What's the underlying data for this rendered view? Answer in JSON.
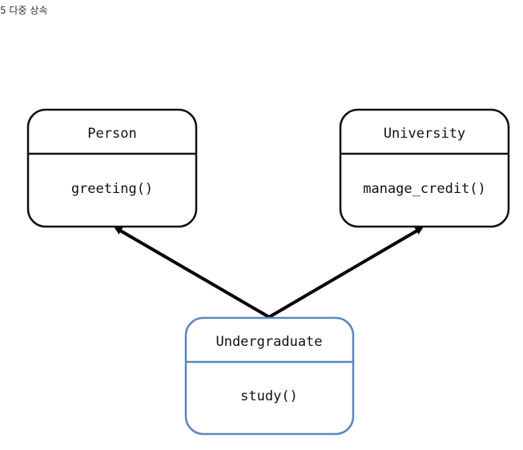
{
  "caption": "5 다중 상속",
  "classes": {
    "person": {
      "name": "Person",
      "method": "greeting()"
    },
    "university": {
      "name": "University",
      "method": "manage_credit()"
    },
    "undergraduate": {
      "name": "Undergraduate",
      "method": "study()"
    }
  },
  "colors": {
    "default_stroke": "#111111",
    "highlight_stroke": "#5b87bf",
    "arrow": "#000000"
  }
}
